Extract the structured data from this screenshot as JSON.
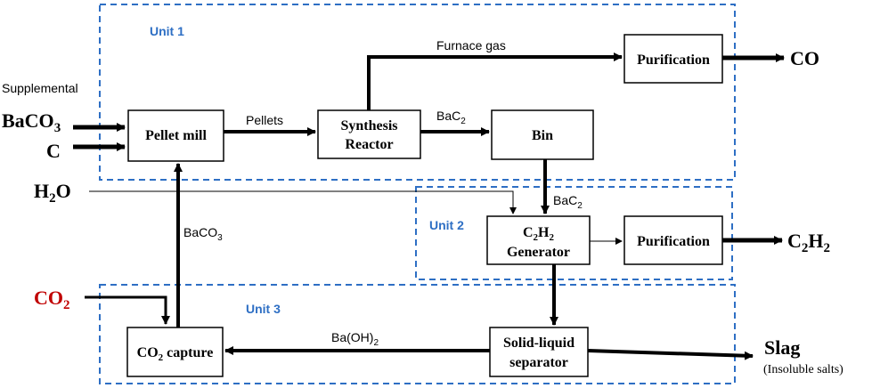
{
  "units": {
    "unit1": "Unit 1",
    "unit2": "Unit 2",
    "unit3": "Unit 3"
  },
  "boxes": {
    "pellet_mill": "Pellet mill",
    "synthesis_line1": "Synthesis",
    "synthesis_line2": "Reactor",
    "bin": "Bin",
    "purification_top": "Purification",
    "generator_top_base": "C",
    "generator_sub1": "2",
    "generator_mid": "H",
    "generator_sub2": "2",
    "generator_line2": "Generator",
    "purification_mid": "Purification",
    "co2_capture_base": "CO",
    "co2_capture_sub": "2",
    "co2_capture_rest": " capture",
    "separator_line1": "Solid-liquid",
    "separator_line2": "separator"
  },
  "inputs": {
    "supplemental": "Supplemental",
    "baco3_base": "BaCO",
    "baco3_sub": "3",
    "c": "C",
    "h2o_base": "H",
    "h2o_sub": "2",
    "h2o_rest": "O",
    "co2_base": "CO",
    "co2_sub": "2"
  },
  "outputs": {
    "co": "CO",
    "c2h2_c": "C",
    "c2h2_sub1": "2",
    "c2h2_h": "H",
    "c2h2_sub2": "2",
    "slag": "Slag",
    "slag_note": "(Insoluble salts)"
  },
  "flows": {
    "furnace_gas": "Furnace gas",
    "pellets": "Pellets",
    "bac2_top_base": "BaC",
    "bac2_top_sub": "2",
    "bac2_bin_base": "BaC",
    "bac2_bin_sub": "2",
    "baco3_return_base": "BaCO",
    "baco3_return_sub": "3",
    "baoh2": "Ba(OH)",
    "baoh2_sub": "2"
  },
  "colors": {
    "unit_border": "#2e6fc4",
    "unit_label": "#2e6fc4",
    "co2_input": "#c00000",
    "line": "#000000"
  }
}
